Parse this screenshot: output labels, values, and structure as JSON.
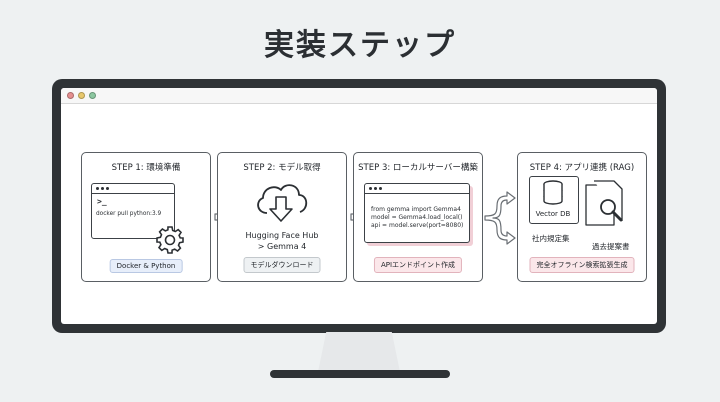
{
  "title": "実装ステップ",
  "colors": {
    "step1_tag_bg": "#e7eefa",
    "step2_tag_bg": "#eef1f3",
    "step3_tag_bg": "#fbe7ea",
    "step4_tag_bg": "#fbe7ea",
    "step3_accent": "#f1cfd6",
    "browser_red": "#e58f8f",
    "browser_yellow": "#e8c86c",
    "browser_green": "#8cc7a0"
  },
  "steps": [
    {
      "title": "STEP 1: 環境準備",
      "prompt": ">_",
      "command": "docker pull python:3.9",
      "tag": "Docker & Python",
      "icons": [
        "terminal-icon",
        "gear-icon"
      ]
    },
    {
      "title": "STEP 2: モデル取得",
      "label_line1": "Hugging Face Hub",
      "label_line2": "> Gemma 4",
      "tag": "モデルダウンロード",
      "icons": [
        "cloud-download-icon"
      ]
    },
    {
      "title": "STEP 3: ローカルサーバー構築",
      "code": [
        "from gemma import Gemma4",
        "model = Gemma4.load_local()",
        "api = model.serve(port=8080)"
      ],
      "tag": "APIエンドポイント作成",
      "icons": [
        "code-window-icon"
      ]
    },
    {
      "title": "STEP 4: アプリ連携 (RAG)",
      "db_label": "Vector DB",
      "doc1_label": "社内規定集",
      "doc2_label": "過去提案書",
      "tag": "完全オフライン検索拡張生成",
      "icons": [
        "database-icon",
        "document-icon",
        "magnifier-icon"
      ]
    }
  ]
}
